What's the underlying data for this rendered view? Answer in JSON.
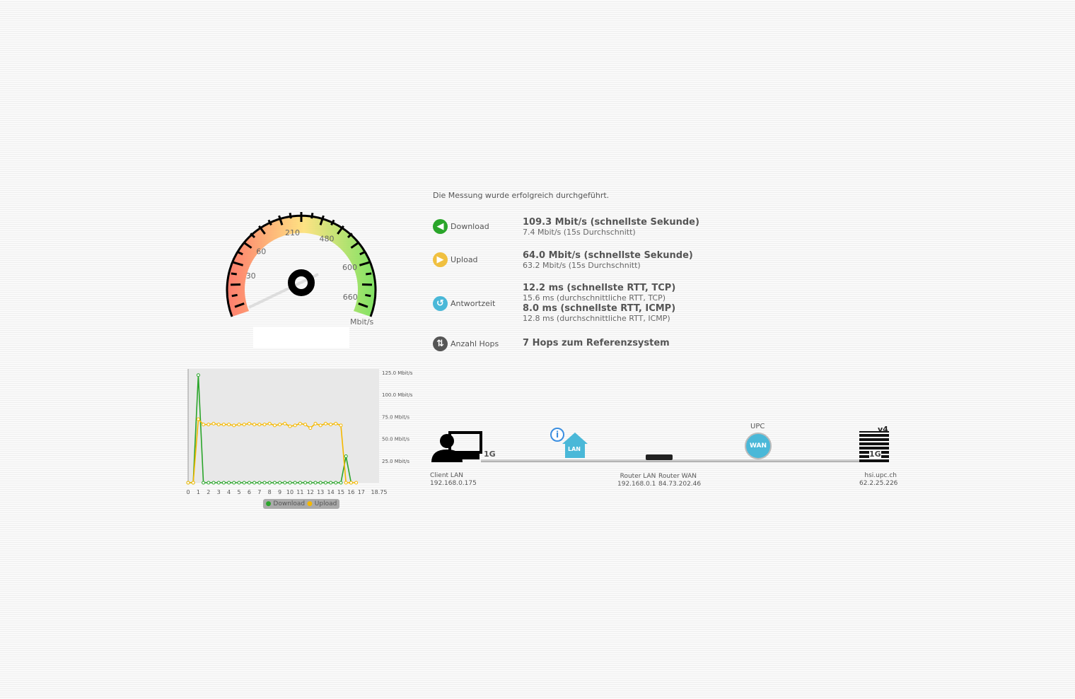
{
  "status_message": "Die Messung wurde erfolgreich durchgeführt.",
  "colors": {
    "download": "#2aa52a",
    "upload": "#f5b800",
    "ping": "#4ab8d8",
    "hops": "#555555"
  },
  "gauge": {
    "labels": [
      "30",
      "60",
      "210",
      "480",
      "600",
      "660"
    ],
    "unit": "Mbit/s",
    "needle_value": "7.4"
  },
  "results": [
    {
      "icon": "arrow-left-icon",
      "label": "Download",
      "main": "109.3 Mbit/s (schnellste Sekunde)",
      "sub": "7.4 Mbit/s (15s Durchschnitt)"
    },
    {
      "icon": "arrow-right-icon",
      "label": "Upload",
      "main": "64.0 Mbit/s (schnellste Sekunde)",
      "sub": "63.2 Mbit/s (15s Durchschnitt)"
    },
    {
      "icon": "return-icon",
      "label": "Antwortzeit",
      "main": "12.2 ms (schnellste RTT, TCP)",
      "sub": "15.6 ms (durchschnittliche RTT, TCP)",
      "main2": "8.0 ms (schnellste RTT, ICMP)",
      "sub2": "12.8 ms (durchschnittliche RTT, ICMP)"
    },
    {
      "icon": "hops-icon",
      "label": "Anzahl Hops",
      "main": "7 Hops zum Referenzsystem"
    }
  ],
  "network": {
    "client": {
      "name": "Client LAN",
      "ip": "192.168.0.175",
      "speed": "1G"
    },
    "lan_badge": "LAN",
    "router_lan": {
      "name": "Router LAN",
      "ip": "192.168.0.1"
    },
    "router_wan": {
      "name": "Router WAN",
      "ip": "84.73.202.46"
    },
    "provider": "UPC",
    "wan_badge": "WAN",
    "server": {
      "name": "hsi.upc.ch",
      "ip": "62.2.25.226",
      "speed": "1G",
      "version": "v4"
    }
  },
  "chart_data": {
    "type": "line",
    "x_ticks": [
      "0",
      "1",
      "2",
      "3",
      "4",
      "5",
      "6",
      "7",
      "8",
      "9",
      "10",
      "11",
      "12",
      "13",
      "14",
      "15",
      "16",
      "17",
      "18.75"
    ],
    "y_ticks": [
      "125.0 Mbit/s",
      "100.0 Mbit/s",
      "75.0 Mbit/s",
      "50.0 Mbit/s",
      "25.0 Mbit/s"
    ],
    "xlim": [
      0,
      18.75
    ],
    "ylim": [
      0,
      125
    ],
    "x": [
      0,
      0.5,
      1,
      1.5,
      2,
      2.5,
      3,
      3.5,
      4,
      4.5,
      5,
      5.5,
      6,
      6.5,
      7,
      7.5,
      8,
      8.5,
      9,
      9.5,
      10,
      10.5,
      11,
      11.5,
      12,
      12.5,
      13,
      13.5,
      14,
      14.5,
      15,
      15.5,
      16,
      16.5
    ],
    "series": [
      {
        "name": "Download",
        "values": [
          0,
          0,
          122,
          0,
          0,
          0,
          0,
          0,
          0,
          0,
          0,
          0,
          0,
          0,
          0,
          0,
          0,
          0,
          0,
          0,
          0,
          0,
          0,
          0,
          0,
          0,
          0,
          0,
          0,
          0,
          0,
          30,
          0,
          null
        ]
      },
      {
        "name": "Upload",
        "values": [
          0,
          0,
          72,
          66,
          66,
          67,
          66,
          66,
          66,
          65,
          66,
          66,
          67,
          66,
          66,
          66,
          67,
          65,
          66,
          67,
          64,
          65,
          67,
          66,
          62,
          67,
          65,
          67,
          66,
          67,
          65,
          0,
          0,
          0
        ]
      }
    ],
    "legend": [
      "Download",
      "Upload"
    ],
    "legend_position": "bottom"
  }
}
